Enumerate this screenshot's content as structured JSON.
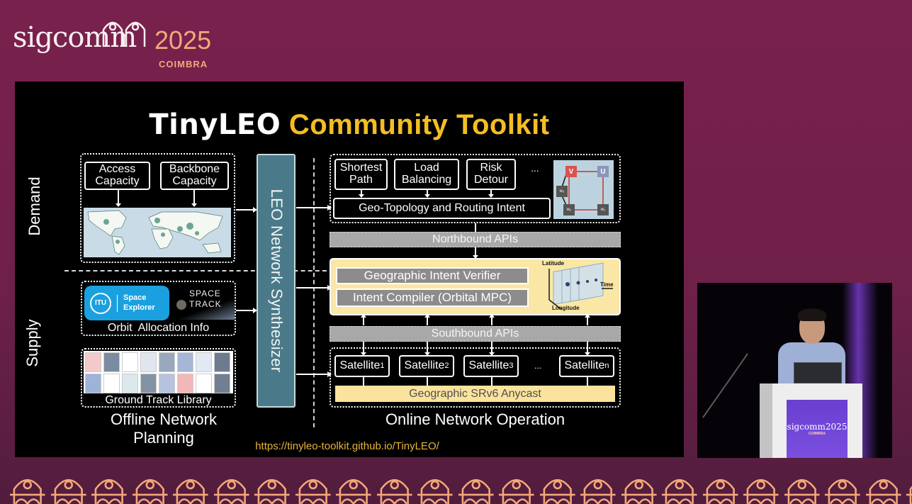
{
  "conference": {
    "name": "sigcomm",
    "year": "2025",
    "city": "COIMBRA",
    "logo_icon": "arch-icon"
  },
  "slide": {
    "title_part1": "TinyLEO",
    "title_part2": "Community Toolkit",
    "colors": {
      "title_accent": "#f4bd24",
      "synthesizer": "#4a7a89",
      "controller_panel": "#fbe7a5",
      "api_bar": "#a8a8a8",
      "url": "#e7b43a"
    },
    "offline": {
      "caption": "Offline Network Planning",
      "demand_label": "Demand",
      "supply_label": "Supply",
      "access_capacity": "Access Capacity",
      "backbone_capacity": "Backbone Capacity",
      "demand_map_icon": "world-population-map",
      "itu_logo_text": "ITU",
      "itu_product": "Space Explorer",
      "space_track_line1": "SPACE",
      "space_track_line2": "TRACK",
      "orbit_allocation": "Orbit  Allocation Info",
      "ground_track_library": "Ground Track Library"
    },
    "synthesizer": {
      "label": "LEO Network Synthesizer"
    },
    "online": {
      "caption": "Online Network Operation",
      "intents": [
        "Shortest Path",
        "Load Balancing",
        "Risk Detour"
      ],
      "intents_more": "...",
      "routing_intent": "Geo-Topology and Routing Intent",
      "routing_diagram_nodes": [
        "V",
        "U",
        "w₃",
        "w₂",
        "w₁"
      ],
      "northbound": "Northbound APIs",
      "verifier": "Geographic Intent Verifier",
      "compiler": "Intent Compiler (Orbital MPC)",
      "plot_axes": {
        "y": "Latitude",
        "x": "Longitude",
        "z": "Time"
      },
      "southbound": "Southbound APIs",
      "satellites": [
        {
          "name": "Satellite",
          "sub": "1"
        },
        {
          "name": "Satellite",
          "sub": "2"
        },
        {
          "name": "Satellite",
          "sub": "3"
        },
        {
          "name": "Satellite",
          "sub": "n"
        }
      ],
      "satellites_more": "...",
      "anycast": "Geographic SRv6 Anycast"
    },
    "url": "https://tinyleo-toolkit.github.io/TinyLEO/"
  },
  "speaker_cam": {
    "podium_logo": "sigcomm2025",
    "podium_city": "COIMBRA"
  }
}
